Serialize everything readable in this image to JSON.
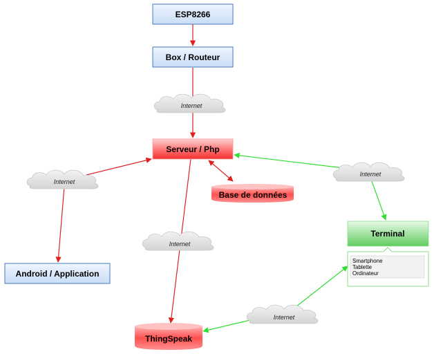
{
  "nodes": {
    "esp8266": "ESP8266",
    "box_routeur": "Box / Routeur",
    "serveur_php": "Serveur / Php",
    "base_de_donnees": "Base de données",
    "terminal": "Terminal",
    "android_application": "Android / Application",
    "thingspeak": "ThingSpeak"
  },
  "cloud_label": "Internet",
  "terminal_devices": [
    "Smartphone",
    "Tablette",
    "Ordinateur"
  ],
  "colors": {
    "red_link": "#e02020",
    "green_link": "#33dd33",
    "blue_fill": "#d8e8fb",
    "blue_stroke": "#4a78b8",
    "red_fill": "#ff6666",
    "green_fill": "#7ed67e",
    "cloud_fill": "#e2e2e2"
  }
}
